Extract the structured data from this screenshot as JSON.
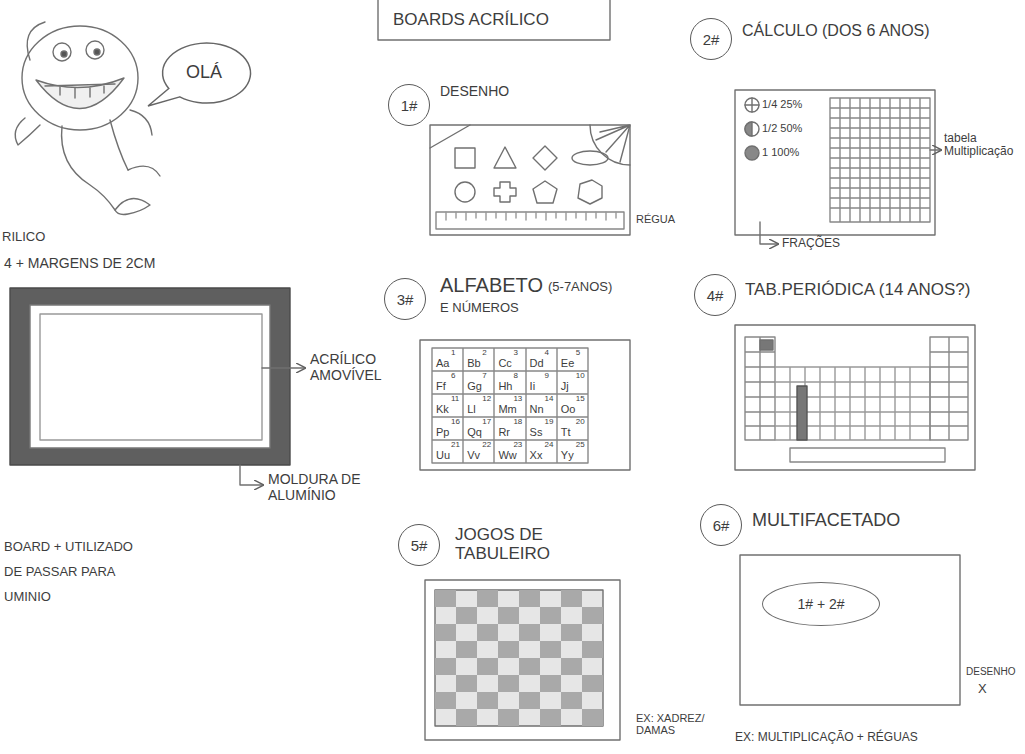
{
  "diagram": {
    "title": "BOARDS ACRÍLICO",
    "nodes": [
      {
        "text": [
          "OLÁ"
        ]
      },
      {
        "text": [
          "1#"
        ]
      },
      {
        "text": [
          "2#"
        ]
      },
      {
        "text": [
          "3#"
        ]
      },
      {
        "text": [
          "4#"
        ]
      },
      {
        "text": [
          "5#"
        ]
      },
      {
        "text": [
          "6#"
        ]
      },
      {
        "text": [
          "1# + 2#"
        ]
      }
    ],
    "labels": [
      "RILICO",
      "4 + MARGENS DE 2CM",
      "ACRÍLICO AMOVÍVEL",
      "MOLDURA DE ALUMÍNIO",
      "BOARD + UTILIZADO",
      "DE PASSAR PARA",
      "UMINIO",
      "DESENHO",
      "RÉGUA",
      "CÁLCULO (DOS 6 ANOS)",
      "1/4 25%",
      "1/2 50%",
      "1 100%",
      "tabela Multiplicação",
      "FRAÇÕES",
      "ALFABETO",
      "(5-7ANOS)",
      "E NÚMEROS",
      "TAB.PERIÓDICA (14 ANOS?)",
      "JOGOS DE TABULEIRO",
      "EX: XADREZ/ DAMAS",
      "MULTIFACETADO",
      "DESENHO",
      "X",
      "EX: MULTIPLICAÇÃO + RÉGUAS",
      "Aa",
      "Bb",
      "Cc",
      "Dd",
      "Ee",
      "Ff",
      "Gg",
      "Hh",
      "Ii",
      "Jj",
      "Kk",
      "Ll",
      "Mm",
      "Nn",
      "Oo",
      "Pp",
      "Qq",
      "Rr",
      "Ss",
      "Tt",
      "Uu",
      "Vv",
      "Ww",
      "Xx",
      "Yy",
      "1",
      "2",
      "3",
      "4",
      "5",
      "6",
      "7",
      "8",
      "9",
      "10",
      "11",
      "12",
      "13",
      "14",
      "15",
      "16",
      "17",
      "18",
      "19",
      "20",
      "21",
      "22",
      "23",
      "24",
      "25"
    ]
  }
}
